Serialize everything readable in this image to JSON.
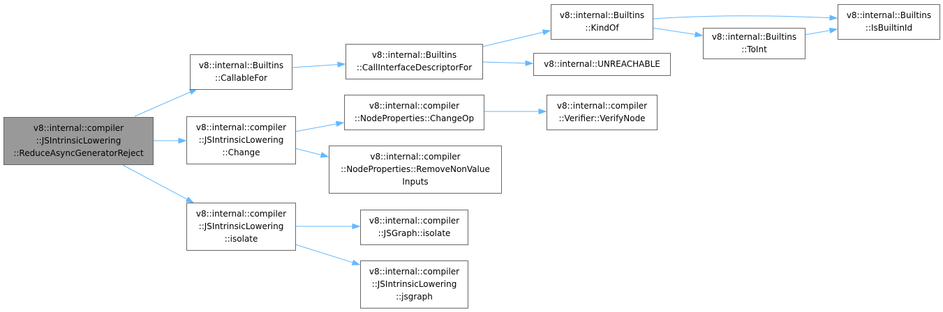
{
  "graph": {
    "kind": "call graph",
    "edge_color": "#63b8ff",
    "root_fill": "#999999",
    "node_border": "#666666",
    "nodes": [
      {
        "id": "reduce",
        "root": true,
        "lines": [
          "v8::internal::compiler",
          "::JSIntrinsicLowering",
          "::ReduceAsyncGeneratorReject"
        ]
      },
      {
        "id": "callablefor",
        "lines": [
          "v8::internal::Builtins",
          "::CallableFor"
        ]
      },
      {
        "id": "change",
        "lines": [
          "v8::internal::compiler",
          "::JSIntrinsicLowering",
          "::Change"
        ]
      },
      {
        "id": "isolate",
        "lines": [
          "v8::internal::compiler",
          "::JSIntrinsicLowering",
          "::isolate"
        ]
      },
      {
        "id": "callinterface",
        "lines": [
          "v8::internal::Builtins",
          "::CallInterfaceDescriptorFor"
        ]
      },
      {
        "id": "changeop",
        "lines": [
          "v8::internal::compiler",
          "::NodeProperties::ChangeOp"
        ]
      },
      {
        "id": "removenonvalue",
        "lines": [
          "v8::internal::compiler",
          "::NodeProperties::RemoveNonValue",
          "Inputs"
        ]
      },
      {
        "id": "jsgraph_isolate",
        "lines": [
          "v8::internal::compiler",
          "::JSGraph::isolate"
        ]
      },
      {
        "id": "jsgraph",
        "lines": [
          "v8::internal::compiler",
          "::JSIntrinsicLowering",
          "::jsgraph"
        ]
      },
      {
        "id": "kindof",
        "lines": [
          "v8::internal::Builtins",
          "::KindOf"
        ]
      },
      {
        "id": "unreachable",
        "lines": [
          "v8::internal::UNREACHABLE"
        ]
      },
      {
        "id": "verifynode",
        "lines": [
          "v8::internal::compiler",
          "::Verifier::VerifyNode"
        ]
      },
      {
        "id": "toint",
        "lines": [
          "v8::internal::Builtins",
          "::ToInt"
        ]
      },
      {
        "id": "isbuiltinid",
        "lines": [
          "v8::internal::Builtins",
          "::IsBuiltinId"
        ]
      }
    ],
    "edges": [
      {
        "from": "reduce",
        "to": "callablefor"
      },
      {
        "from": "reduce",
        "to": "change"
      },
      {
        "from": "reduce",
        "to": "isolate"
      },
      {
        "from": "callablefor",
        "to": "callinterface"
      },
      {
        "from": "callinterface",
        "to": "kindof"
      },
      {
        "from": "callinterface",
        "to": "unreachable"
      },
      {
        "from": "kindof",
        "to": "isbuiltinid"
      },
      {
        "from": "kindof",
        "to": "toint"
      },
      {
        "from": "toint",
        "to": "isbuiltinid"
      },
      {
        "from": "change",
        "to": "changeop"
      },
      {
        "from": "change",
        "to": "removenonvalue"
      },
      {
        "from": "changeop",
        "to": "verifynode"
      },
      {
        "from": "isolate",
        "to": "jsgraph_isolate"
      },
      {
        "from": "isolate",
        "to": "jsgraph"
      }
    ]
  }
}
